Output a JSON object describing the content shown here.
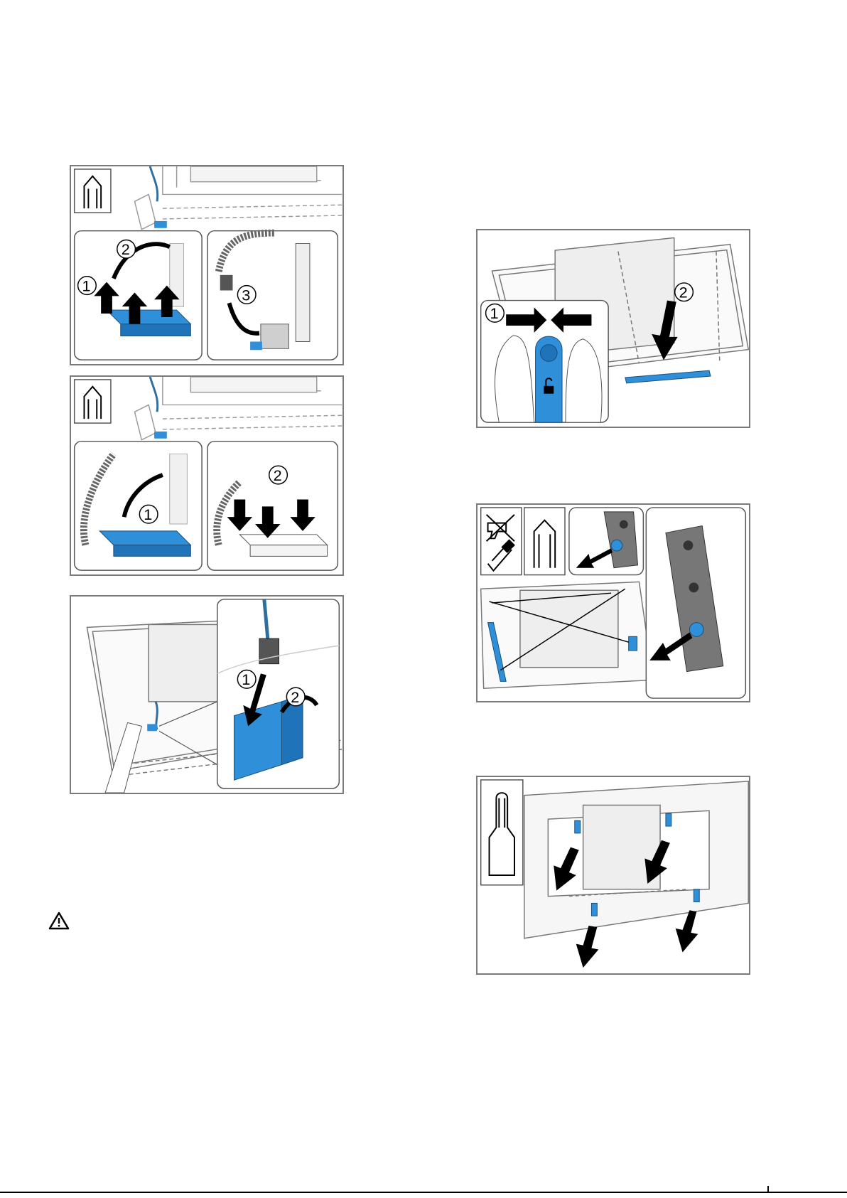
{
  "page": {
    "background": "#ffffff"
  },
  "colors": {
    "accent_blue": "#2f8fd8",
    "frame_grey": "#7a7a7a",
    "arrow_black": "#000000",
    "panel_grey": "#eeeeee"
  },
  "figures": [
    {
      "id": "remove-connector-box",
      "icons": [
        "socket-tool-icon"
      ],
      "step_numbers": [
        "1",
        "2",
        "3"
      ]
    },
    {
      "id": "fit-connector-box",
      "icons": [
        "socket-tool-icon"
      ],
      "step_numbers": [
        "1",
        "2"
      ]
    },
    {
      "id": "plug-in-cable",
      "icons": [],
      "step_numbers": [
        "1",
        "2"
      ]
    },
    {
      "id": "release-grease-filter",
      "icons": [
        "unlock-icon"
      ],
      "step_numbers": [
        "1",
        "2"
      ]
    },
    {
      "id": "remove-side-panels",
      "icons": [
        "no-power-drill-icon",
        "screwdriver-icon",
        "socket-tool-icon"
      ],
      "step_numbers": []
    },
    {
      "id": "remove-frame-screws",
      "icons": [
        "torx-tool-icon"
      ],
      "step_numbers": []
    }
  ],
  "warning": {
    "icon": "warning-triangle-icon"
  }
}
